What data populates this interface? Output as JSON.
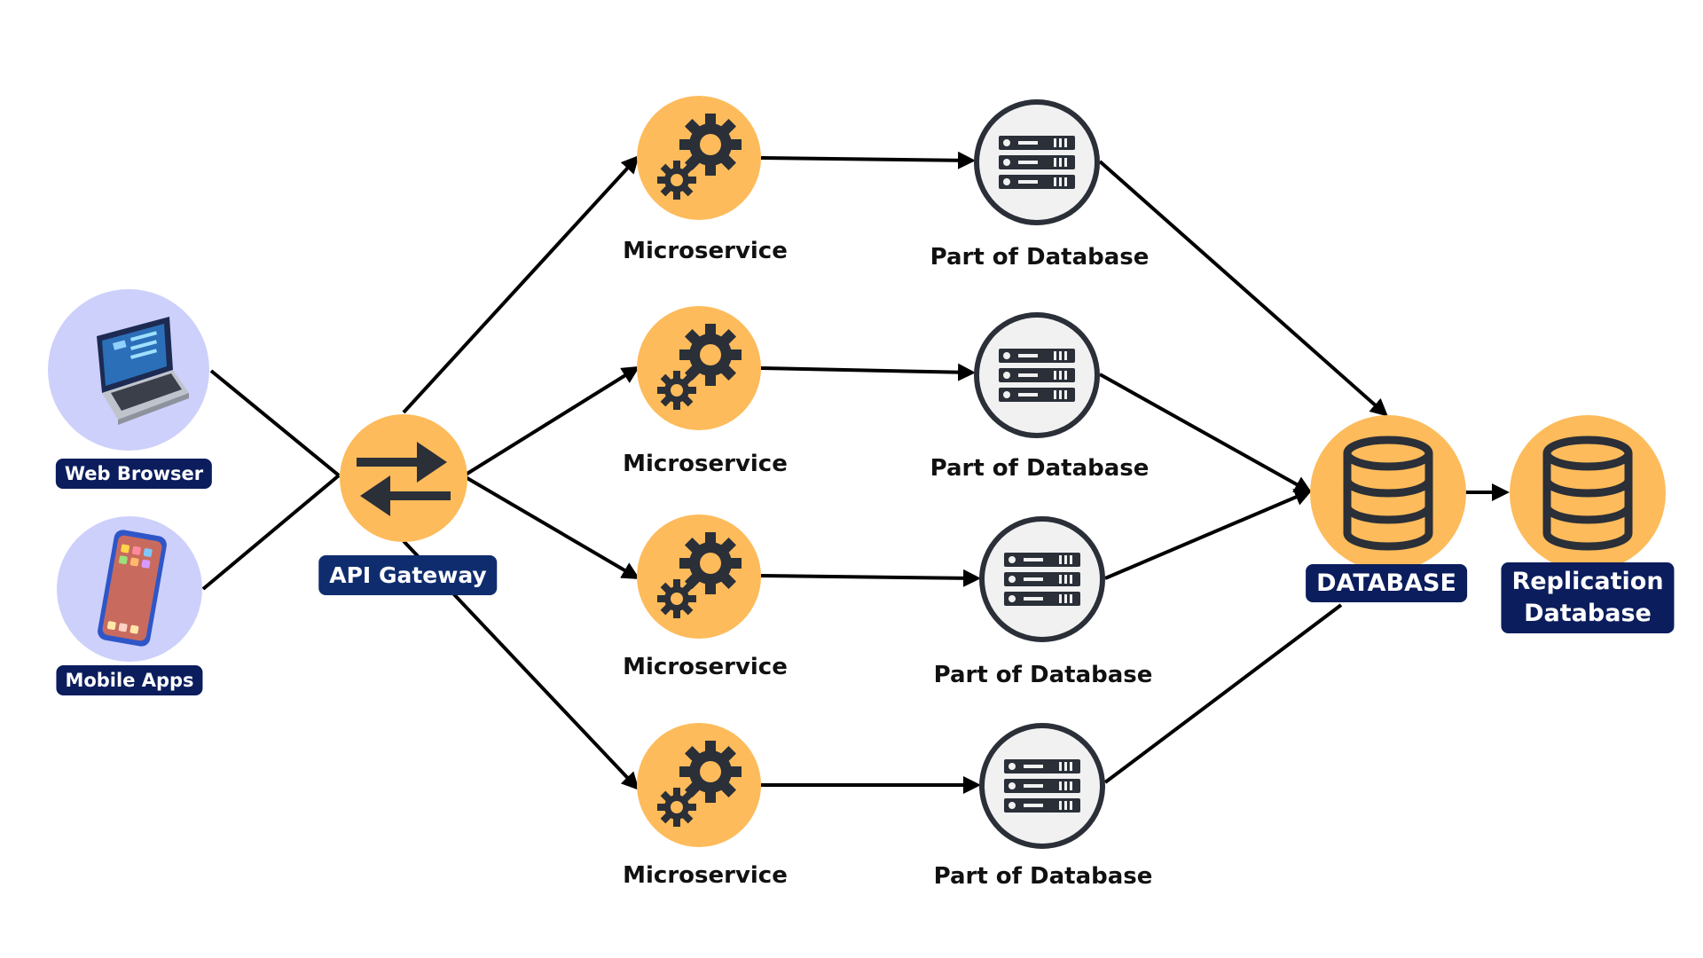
{
  "clients": {
    "web_browser": "Web Browser",
    "mobile_apps": "Mobile Apps"
  },
  "gateway": {
    "label": "API Gateway"
  },
  "microservices": [
    "Microservice",
    "Microservice",
    "Microservice",
    "Microservice"
  ],
  "database_parts": [
    "Part of Database",
    "Part of Database",
    "Part of Database",
    "Part of Database"
  ],
  "database": {
    "label": "DATABASE"
  },
  "replication": {
    "line1": "Replication",
    "line2": "Database"
  },
  "icons": {
    "web_browser": "laptop-icon",
    "mobile_apps": "smartphone-icon",
    "gateway": "swap-arrows-icon",
    "microservice": "gears-icon",
    "database_part": "server-rack-icon",
    "database": "database-cylinder-icon"
  },
  "colors": {
    "accent_orange": "#fdbb5b",
    "client_bg": "#cdd0fb",
    "badge_navy": "#0b1d5c",
    "icon_dark": "#2a2f38"
  }
}
